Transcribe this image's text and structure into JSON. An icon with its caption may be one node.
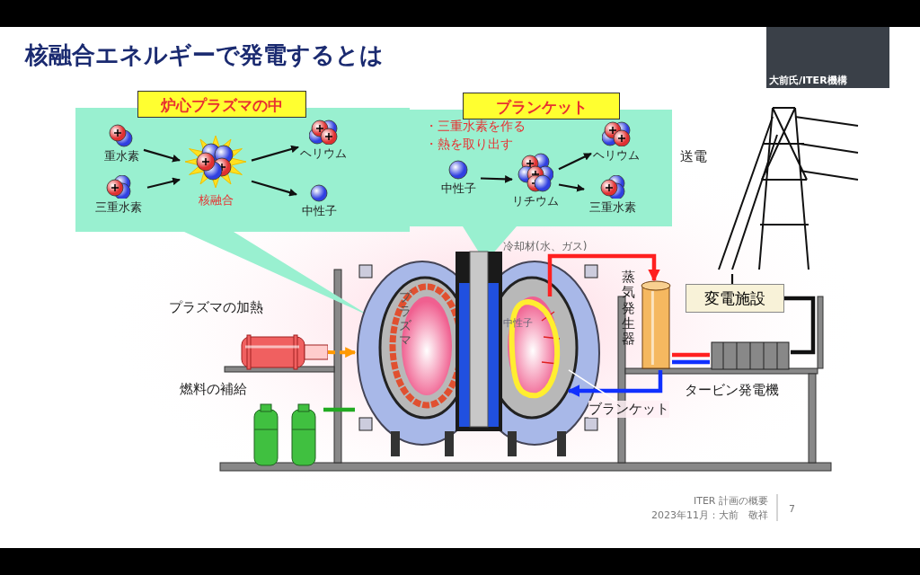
{
  "diagram": {
    "title": "核融合エネルギーで発電するとは",
    "nodes": [
      {
        "text": [
          "炉心プラズマの中"
        ]
      },
      {
        "text": [
          "重水素"
        ],
        "in": 0
      },
      {
        "text": [
          "三重水素"
        ],
        "in": 0
      },
      {
        "text": [
          "核融合"
        ],
        "in": 0
      },
      {
        "text": [
          "ヘリウム"
        ],
        "in": 0
      },
      {
        "text": [
          "中性子"
        ],
        "in": 0
      },
      {
        "text": [
          "ブランケット",
          "・三重水素を作る",
          "・熱を取り出す"
        ]
      },
      {
        "text": [
          "中性子"
        ],
        "in": 6
      },
      {
        "text": [
          "リチウム"
        ],
        "in": 6
      },
      {
        "text": [
          "ヘリウム"
        ],
        "in": 6
      },
      {
        "text": [
          "三重水素"
        ],
        "in": 6
      },
      {
        "text": [],
        "shape": "picture"
      },
      {
        "text": [],
        "shape": "cylinder",
        "beside": [
          "プラズマの加熱"
        ]
      },
      {
        "text": [],
        "shape": "picture",
        "beside": [
          "燃料の補給"
        ]
      },
      {
        "text": [],
        "shape": "cylinder",
        "beside": [
          "蒸気発生器"
        ]
      },
      {
        "text": [],
        "shape": "picture",
        "beside": [
          "タービン発電機"
        ]
      },
      {
        "text": [
          "変電施設"
        ]
      },
      {
        "text": [],
        "shape": "picture",
        "beside": [
          "送電"
        ]
      },
      {
        "text": [
          "ブランケット"
        ]
      },
      {
        "text": [],
        "shape": "picture",
        "in": 11
      }
    ],
    "edges": [
      {
        "from": 1,
        "to": 3,
        "arrow": "to"
      },
      {
        "from": 2,
        "to": 3,
        "arrow": "to"
      },
      {
        "from": 3,
        "to": 4,
        "arrow": "to"
      },
      {
        "from": 3,
        "to": 5,
        "arrow": "to"
      },
      {
        "from": 7,
        "to": 8,
        "arrow": "to"
      },
      {
        "from": 8,
        "to": 9,
        "arrow": "to"
      },
      {
        "from": 8,
        "to": 10,
        "arrow": "to"
      },
      {
        "from": 12,
        "to": 11,
        "arrow": "to",
        "style": "dashed",
        "color": "#ff9900"
      },
      {
        "from": 13,
        "to": 11,
        "arrow": "none",
        "style": "thick",
        "color": "#22aa22"
      },
      {
        "from": 19,
        "to": 14,
        "arrow": "to",
        "style": "thick",
        "color": "#ff2020"
      },
      {
        "from": 14,
        "to": 19,
        "arrow": "to",
        "style": "thick",
        "color": "#1030ff"
      },
      {
        "from": 14,
        "to": 15,
        "arrow": "none",
        "style": "thick",
        "color": "#ff2020"
      },
      {
        "from": 14,
        "to": 15,
        "arrow": "none",
        "style": "thick",
        "color": "#1030ff"
      },
      {
        "from": 15,
        "to": 16,
        "arrow": "none",
        "style": "thick"
      },
      {
        "from": 16,
        "to": 17,
        "arrow": "none"
      },
      {
        "from": 18,
        "to": 19,
        "arrow": "none",
        "color": "#ffffff"
      }
    ],
    "labels": [
      "プラズマ",
      "中性子",
      "冷却材(水、ガス)",
      "ITER 計画の概要",
      "2023年11月：大前　敬祥",
      "7",
      "大前氏/ITER機構"
    ]
  }
}
